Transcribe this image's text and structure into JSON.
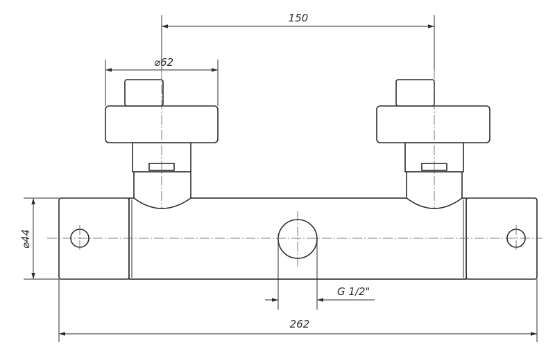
{
  "dimensions": {
    "handle_spacing": "150",
    "handle_diameter": "⌀62",
    "body_diameter": "⌀44",
    "outlet_thread": "G 1/2\"",
    "overall_length": "262"
  },
  "colors": {
    "line": "#2b2b2b",
    "background": "#ffffff"
  }
}
